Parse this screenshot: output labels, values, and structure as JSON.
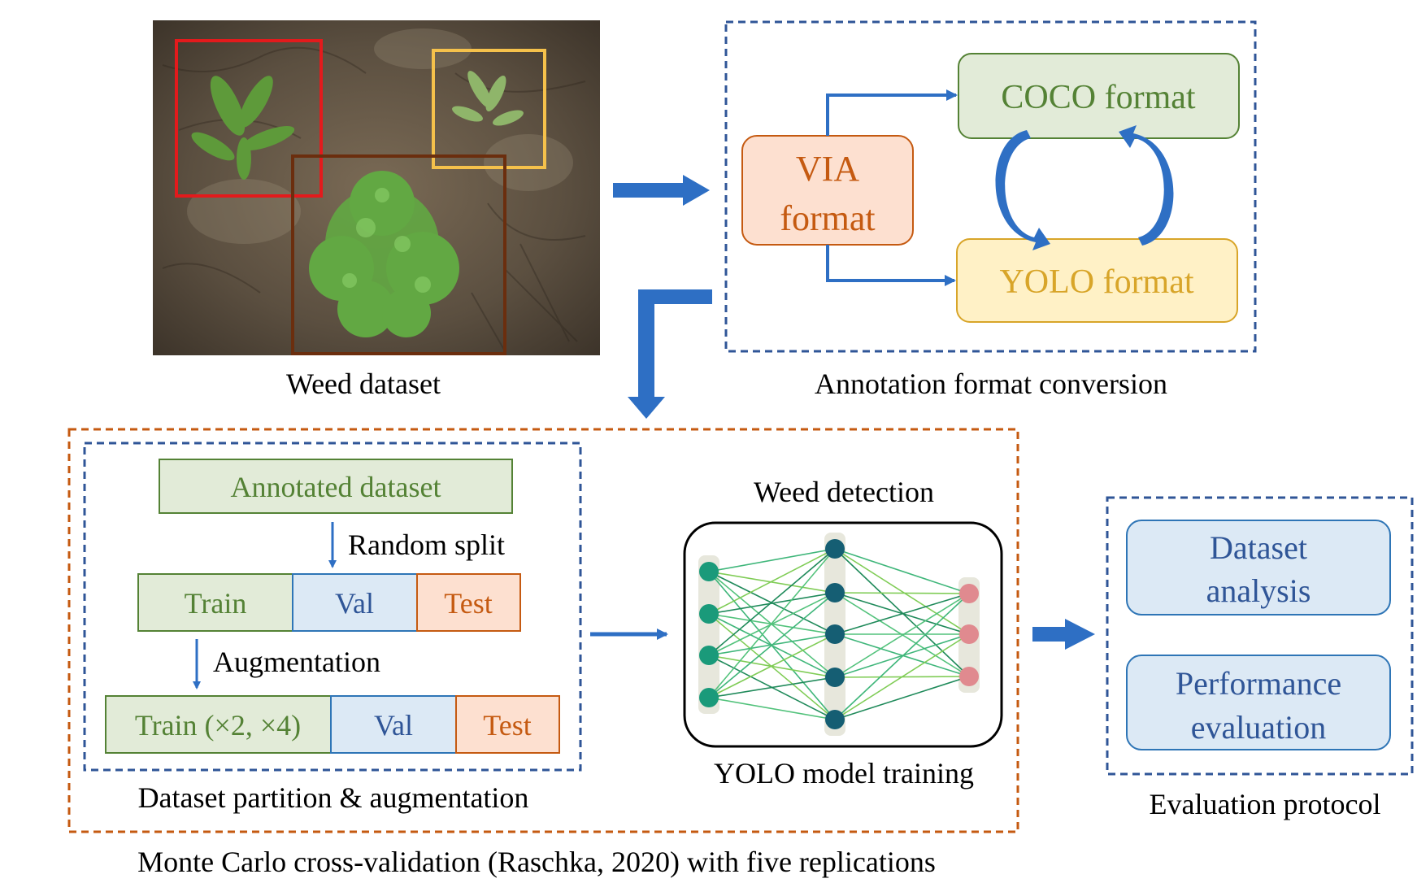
{
  "colors": {
    "navy_dash": "#2f5597",
    "orange_dash": "#c55a11",
    "arrow_blue": "#2e6fc4",
    "green_text": "#548235",
    "green_fill": "#e2ebd8",
    "orange_text": "#c55a11",
    "orange_fill": "#fde0d0",
    "yellow_fill": "#fff1c6",
    "yellow_stroke": "#d8a529",
    "blue_text": "#2f5597",
    "blue_fill": "#dce9f5",
    "blue_stroke": "#2e75b6",
    "bbox_red": "#e31a1c",
    "bbox_yellow": "#f5c14b",
    "bbox_brown": "#6b2e0e"
  },
  "weed_dataset": {
    "caption": "Weed dataset",
    "photo_icon": "weed-field-photo"
  },
  "annotation": {
    "caption": "Annotation format conversion",
    "via_line1": "VIA",
    "via_line2": "format",
    "coco": "COCO format",
    "yolo": "YOLO format"
  },
  "partition": {
    "caption": "Dataset partition & augmentation",
    "annotated": "Annotated dataset",
    "random_split": "Random split",
    "train": "Train",
    "val": "Val",
    "test": "Test",
    "augmentation": "Augmentation",
    "train_aug": "Train (×2, ×4)",
    "val2": "Val",
    "test2": "Test"
  },
  "model": {
    "title": "Weed detection",
    "caption": "YOLO model training",
    "network_icon": "neural-network-icon"
  },
  "evaluation": {
    "caption": "Evaluation protocol",
    "dataset_line1": "Dataset",
    "dataset_line2": "analysis",
    "perf_line1": "Performance",
    "perf_line2": "evaluation"
  },
  "monte_carlo_caption": "Monte Carlo cross-validation (Raschka, 2020) with five replications"
}
